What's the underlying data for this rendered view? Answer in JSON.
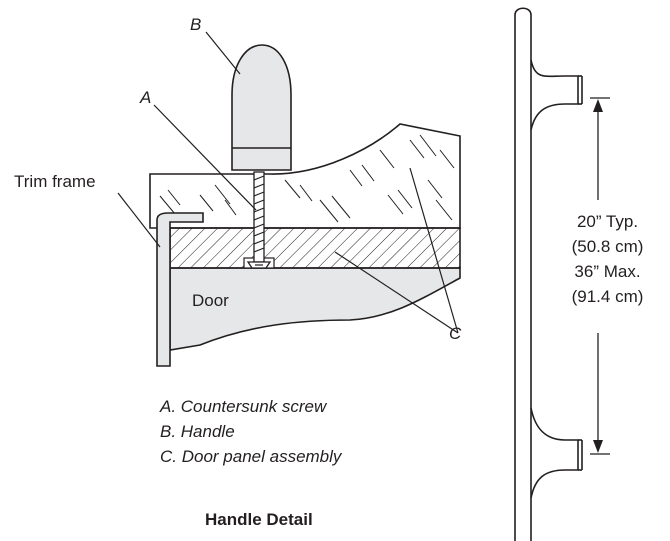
{
  "labels": {
    "a": "A",
    "b": "B",
    "c": "C",
    "trim_frame": "Trim frame",
    "door": "Door"
  },
  "legend": [
    "A.  Countersunk screw",
    "B.  Handle",
    "C. Door panel assembly"
  ],
  "dimensions": {
    "typical": "20” Typ.",
    "typical_metric": "(50.8 cm)",
    "max": "36” Max.",
    "max_metric": "(91.4 cm)"
  },
  "caption": "Handle Detail",
  "colors": {
    "line": "#231f20",
    "handle_fill": "#e6e7e8",
    "door_fill": "#e6e7e8",
    "frame_fill": "#e6e7e8",
    "background": "#ffffff"
  }
}
